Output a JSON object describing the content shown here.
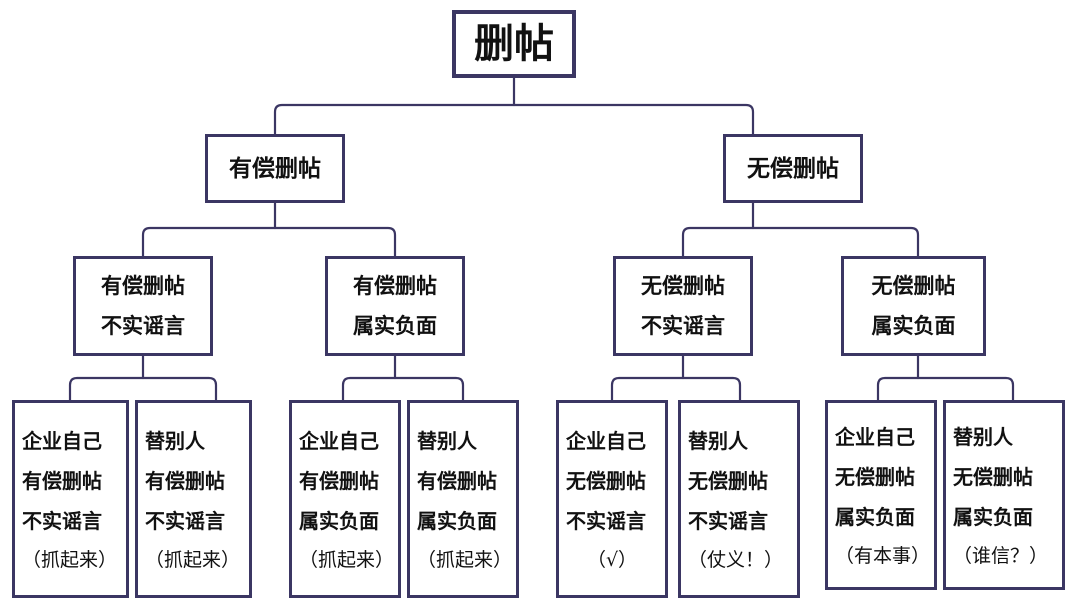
{
  "diagram": {
    "title_node": "删帖",
    "accent_border": "#3b3663",
    "text_color": "#111111",
    "background": "#ffffff",
    "root": {
      "label": "删帖"
    },
    "level2": [
      {
        "label": "有偿删帖"
      },
      {
        "label": "无偿删帖"
      }
    ],
    "level3": [
      {
        "line1": "有偿删帖",
        "line2": "不实谣言"
      },
      {
        "line1": "有偿删帖",
        "line2": "属实负面"
      },
      {
        "line1": "无偿删帖",
        "line2": "不实谣言"
      },
      {
        "line1": "无偿删帖",
        "line2": "属实负面"
      }
    ],
    "leaves": [
      {
        "line1": "企业自己",
        "line2": "有偿删帖",
        "line3": "不实谣言",
        "note": "（抓起来）"
      },
      {
        "line1": "替别人",
        "line2": "有偿删帖",
        "line3": "不实谣言",
        "note": "（抓起来）"
      },
      {
        "line1": "企业自己",
        "line2": "有偿删帖",
        "line3": "属实负面",
        "note": "（抓起来）"
      },
      {
        "line1": "替别人",
        "line2": "有偿删帖",
        "line3": "属实负面",
        "note": "（抓起来）"
      },
      {
        "line1": "企业自己",
        "line2": "无偿删帖",
        "line3": "不实谣言",
        "note": "（√）"
      },
      {
        "line1": "替别人",
        "line2": "无偿删帖",
        "line3": "不实谣言",
        "note": "（仗义！）"
      },
      {
        "line1": "企业自己",
        "line2": "无偿删帖",
        "line3": "属实负面",
        "note": "（有本事）"
      },
      {
        "line1": "替别人",
        "line2": "无偿删帖",
        "line3": "属实负面",
        "note": "（谁信？）"
      }
    ]
  }
}
